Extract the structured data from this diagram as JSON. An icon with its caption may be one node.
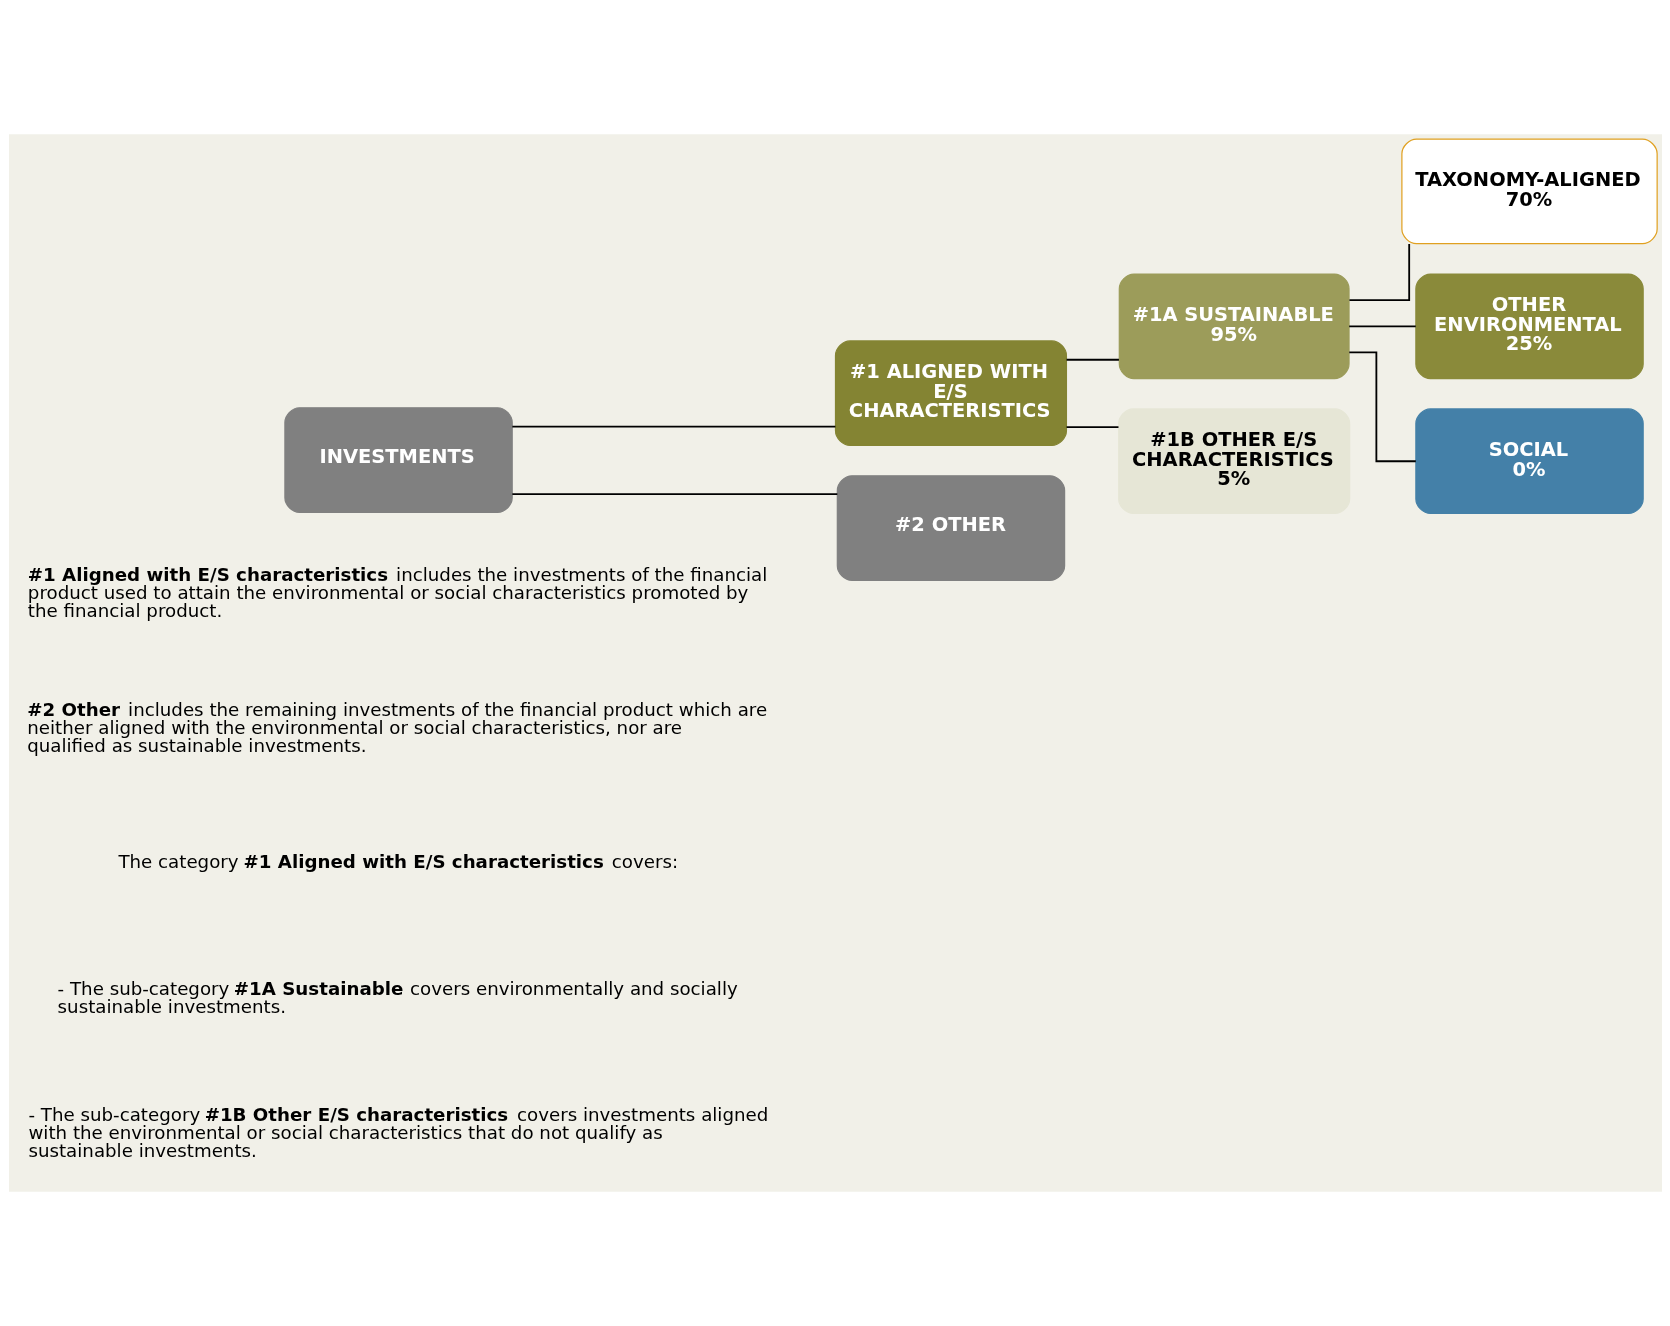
{
  "diagram": {
    "nodes": [
      {
        "text": [
          "INVESTMENTS"
        ]
      },
      {
        "text": [
          "#1 ALIGNED WITH E/S CHARACTERISTICS"
        ]
      },
      {
        "text": [
          "#2 OTHER"
        ]
      },
      {
        "text": [
          "#1A SUSTAINABLE",
          "95%"
        ]
      },
      {
        "text": [
          "#1B OTHER E/S CHARACTERISTICS",
          "5%"
        ]
      },
      {
        "text": [
          "TAXONOMY-ALIGNED",
          "70%"
        ]
      },
      {
        "text": [
          "OTHER ENVIRONMENTAL",
          "25%"
        ]
      },
      {
        "text": [
          "SOCIAL",
          "0%"
        ]
      }
    ],
    "edges": [
      {
        "from": 0,
        "to": 1,
        "arrow": "none"
      },
      {
        "from": 0,
        "to": 2,
        "arrow": "none"
      },
      {
        "from": 1,
        "to": 3,
        "arrow": "none"
      },
      {
        "from": 1,
        "to": 4,
        "arrow": "none"
      },
      {
        "from": 3,
        "to": 5,
        "arrow": "none"
      },
      {
        "from": 3,
        "to": 6,
        "arrow": "none"
      },
      {
        "from": 3,
        "to": 7,
        "arrow": "none"
      }
    ],
    "labels": [
      "**#1 Aligned with E/S characteristics** includes the investments of the financial product used to attain the environmental or social characteristics promoted by the financial product.",
      "**#2 Other** includes the remaining investments of the financial product which are neither aligned with the environmental or social characteristics, nor are qualified as sustainable investments.",
      "The category **#1 Aligned with E/S characteristics** covers:",
      "- The sub-category **#1A Sustainable** covers environmentally and socially sustainable investments.",
      "- The sub-category **#1B Other E/S characteristics** covers investments aligned with the environmental or social characteristics that do not qualify as sustainable investments."
    ]
  }
}
